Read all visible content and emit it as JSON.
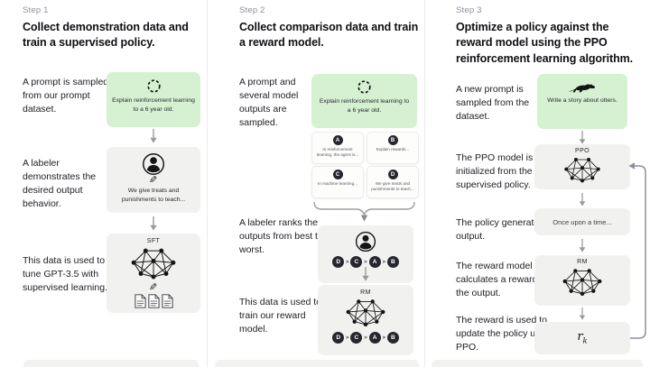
{
  "colors": {
    "prompt_green": "#d6f1d2",
    "card_gray": "#f1f1ef",
    "badge_dark": "#26272e",
    "muted_label": "#8e8ea0"
  },
  "step1": {
    "step_label": "Step 1",
    "heading": "Collect demonstration data and train a supervised policy.",
    "text1": "A prompt is sampled from our prompt dataset.",
    "prompt_box_text": "Explain reinforcement learning to a 6 year old.",
    "text2": "A labeler demonstrates the desired output behavior.",
    "demo_box_text": "We give treats and punishments to teach...",
    "text3": "This data is used to fine-tune GPT-3.5 with supervised learning.",
    "sft_label": "SFT"
  },
  "step2": {
    "step_label": "Step 2",
    "heading": "Collect comparison data and train a reward model.",
    "text1": "A prompt and several model outputs are sampled.",
    "prompt_box_text": "Explain reinforcement learning to a 6 year old.",
    "outputs": [
      {
        "letter": "A",
        "text": "In reinforcement learning, the agent is..."
      },
      {
        "letter": "B",
        "text": "Explain rewards..."
      },
      {
        "letter": "C",
        "text": "In machine learning..."
      },
      {
        "letter": "D",
        "text": "We give treats and punishments to teach..."
      }
    ],
    "text2": "A labeler ranks the outputs from best to worst.",
    "ranking": {
      "items": [
        "D",
        "C",
        "A",
        "B"
      ],
      "separator": ">",
      "display": "D > C > A > B"
    },
    "text3": "This data is used to train our reward model.",
    "rm_label": "RM"
  },
  "step3": {
    "step_label": "Step 3",
    "heading": "Optimize a policy against the reward model using the PPO reinforcement learning algorithm.",
    "text1": "A new prompt is sampled from the dataset.",
    "prompt_box_text": "Write a story about otters.",
    "text2": "The PPO model is initialized from the supervised policy.",
    "ppo_label": "PPO",
    "text3": "The policy generates an output.",
    "output_box_text": "Once upon a time...",
    "text4": "The reward model calculates a reward for the output.",
    "rm_label": "RM",
    "text5": "The reward is used to update the policy using PPO.",
    "reward_base": "r",
    "reward_sub": "k"
  }
}
